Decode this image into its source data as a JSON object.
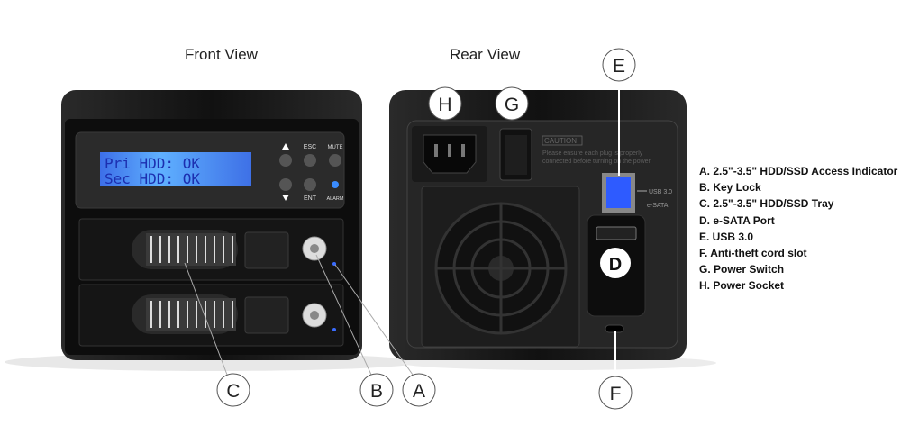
{
  "titles": {
    "front": "Front View",
    "rear": "Rear View"
  },
  "lcd": {
    "line1": "Pri HDD: OK",
    "line2": "Sec HDD: OK"
  },
  "front_buttons": {
    "esc": "ESC",
    "mute": "MUTE",
    "ent": "ENT",
    "alarm": "ALARM",
    "up_icon": "triangle-up",
    "down_icon": "triangle-down"
  },
  "rear_labels": {
    "caution": "CAUTION",
    "caution_text_1": "Please ensure each plug is properly",
    "caution_text_2": "connected before turning on the power",
    "usb": "USB 3.0",
    "esata": "e-SATA"
  },
  "callouts": {
    "A": "A",
    "B": "B",
    "C": "C",
    "D": "D",
    "E": "E",
    "F": "F",
    "G": "G",
    "H": "H"
  },
  "legend": [
    "A. 2.5\"-3.5\" HDD/SSD Access Indicator",
    "B. Key Lock",
    "C. 2.5\"-3.5\" HDD/SSD Tray",
    "D. e-SATA Port",
    "E. USB 3.0",
    "F. Anti-theft cord slot",
    "G. Power Switch",
    "H. Power Socket"
  ],
  "colors": {
    "lcd": "#4f86f2",
    "lcd_text": "#1c2fb0",
    "usb": "#2e5bff",
    "alarm_led": "#3a8cff",
    "body": "#1b1b1b"
  }
}
